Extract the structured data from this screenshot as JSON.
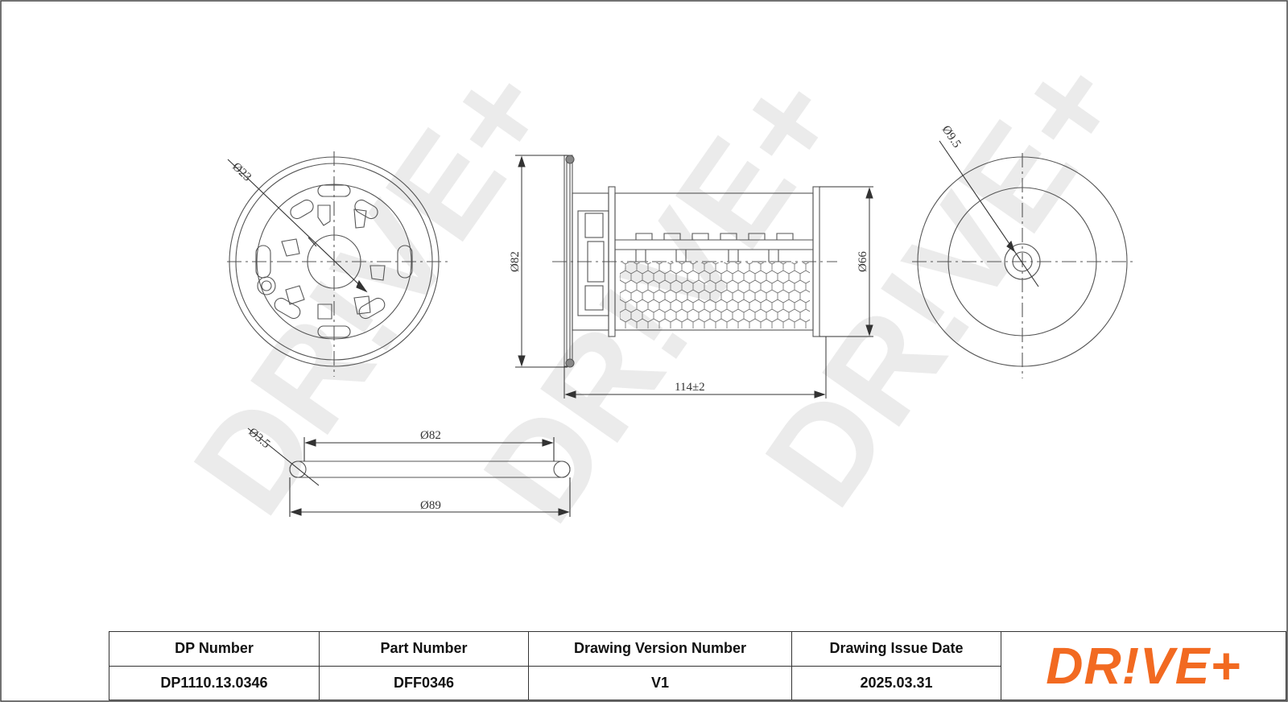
{
  "colors": {
    "brand": "#f26a21",
    "line": "#444444",
    "watermark": "#ebebeb"
  },
  "watermark": {
    "text": "DR!VE+"
  },
  "dimensions": {
    "d23": "Ø23",
    "d82_left": "Ø82",
    "d66": "Ø66",
    "length": "114±2",
    "d9_5": "Ø9.5",
    "d3_5": "Ø3.5",
    "d82_ring": "Ø82",
    "d89": "Ø89"
  },
  "title_block": {
    "headers": {
      "dp_number": "DP Number",
      "part_number": "Part Number",
      "version": "Drawing Version Number",
      "issue_date": "Drawing Issue Date"
    },
    "values": {
      "dp_number": "DP1110.13.0346",
      "part_number": "DFF0346",
      "version": "V1",
      "issue_date": "2025.03.31"
    },
    "logo": {
      "part_dr": "DR",
      "part_excl": "!",
      "part_ve": "VE",
      "part_plus": "+"
    }
  }
}
